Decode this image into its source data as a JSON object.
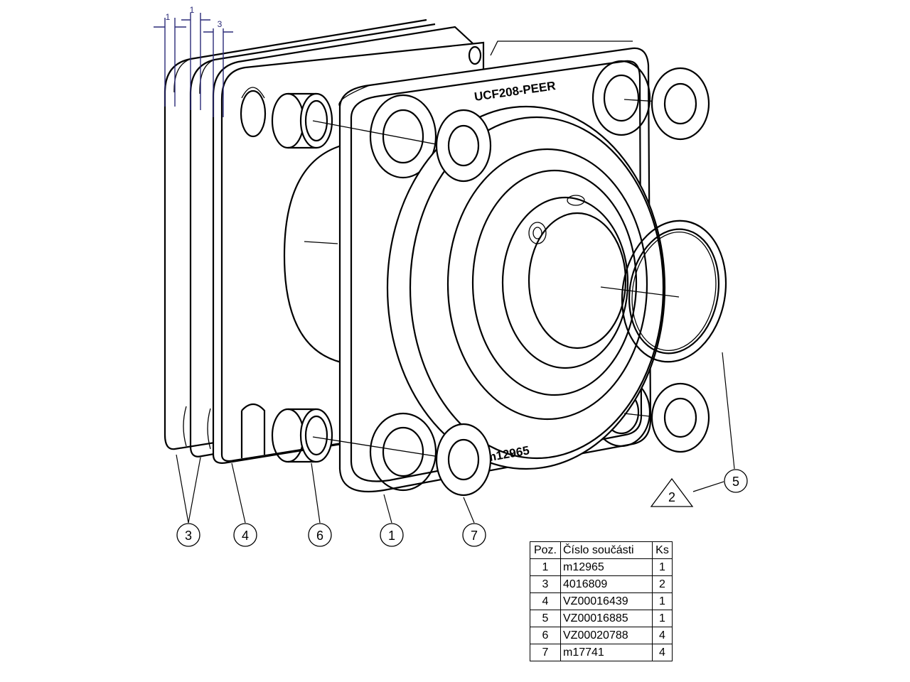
{
  "part_engraving": {
    "model": "UCF208-PEER",
    "part_number": "m12965"
  },
  "dimensions": [
    {
      "value": "1"
    },
    {
      "value": "1"
    },
    {
      "value": "3"
    }
  ],
  "balloons": [
    {
      "value": "3"
    },
    {
      "value": "4"
    },
    {
      "value": "6"
    },
    {
      "value": "1"
    },
    {
      "value": "7"
    },
    {
      "value": "5"
    }
  ],
  "note_triangle": {
    "value": "2"
  },
  "bom": {
    "headers": [
      "Poz.",
      "Číslo součásti",
      "Ks"
    ],
    "rows": [
      {
        "pos": "1",
        "part": "m12965",
        "qty": "1"
      },
      {
        "pos": "3",
        "part": "4016809",
        "qty": "2"
      },
      {
        "pos": "4",
        "part": "VZ00016439",
        "qty": "1"
      },
      {
        "pos": "5",
        "part": "VZ00016885",
        "qty": "1"
      },
      {
        "pos": "6",
        "part": "VZ00020788",
        "qty": "4"
      },
      {
        "pos": "7",
        "part": "m17741",
        "qty": "4"
      }
    ]
  }
}
